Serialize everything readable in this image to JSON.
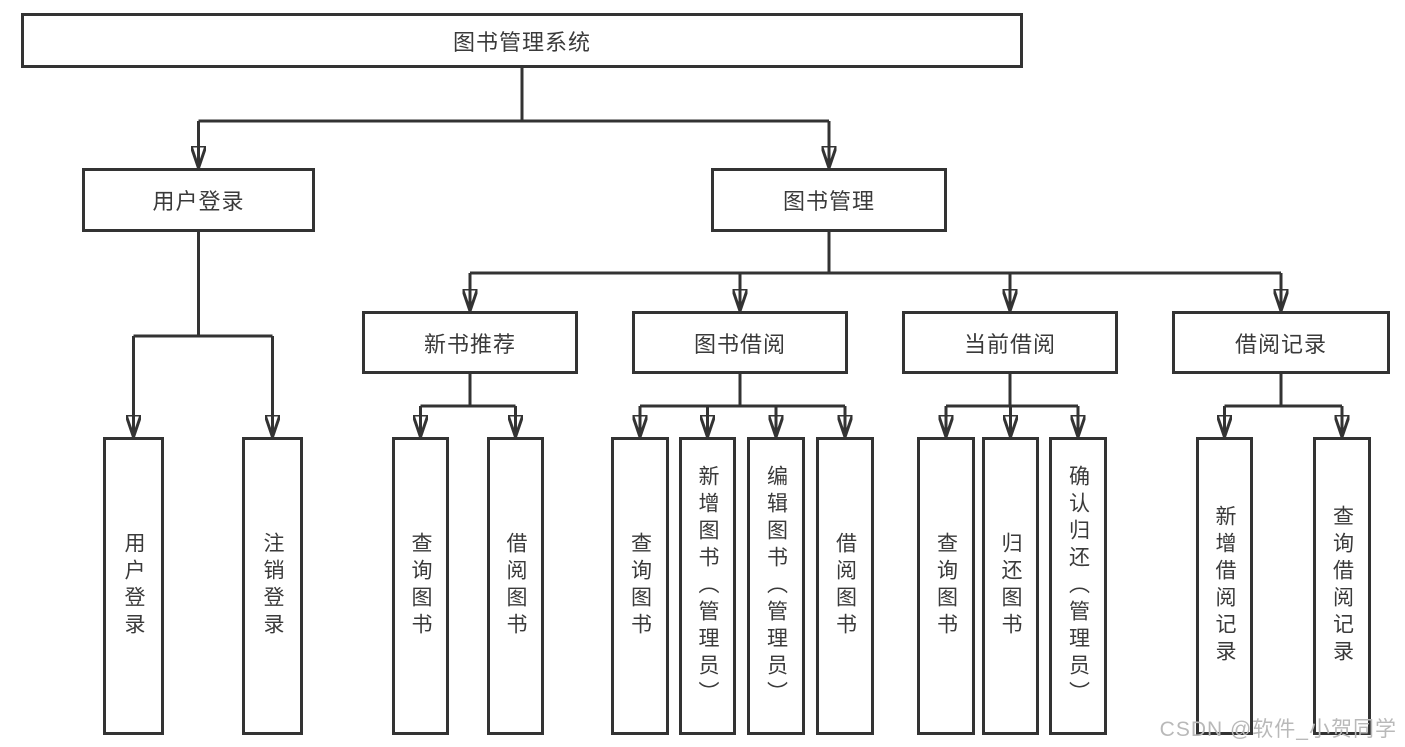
{
  "diagram": {
    "type": "hierarchy-tree",
    "tree": {
      "label": "图书管理系统",
      "children": [
        {
          "label": "用户登录",
          "children": [
            {
              "label": "用户登录"
            },
            {
              "label": "注销登录"
            }
          ]
        },
        {
          "label": "图书管理",
          "children": [
            {
              "label": "新书推荐",
              "children": [
                {
                  "label": "查询图书"
                },
                {
                  "label": "借阅图书"
                }
              ]
            },
            {
              "label": "图书借阅",
              "children": [
                {
                  "label": "查询图书"
                },
                {
                  "label": "新增图书（管理员）"
                },
                {
                  "label": "编辑图书（管理员）"
                },
                {
                  "label": "借阅图书"
                }
              ]
            },
            {
              "label": "当前借阅",
              "children": [
                {
                  "label": "查询图书"
                },
                {
                  "label": "归还图书"
                },
                {
                  "label": "确认归还（管理员）"
                }
              ]
            },
            {
              "label": "借阅记录",
              "children": [
                {
                  "label": "新增借阅记录"
                },
                {
                  "label": "查询借阅记录"
                }
              ]
            }
          ]
        }
      ]
    },
    "colors": {
      "line": "#333333",
      "box_border": "#333333",
      "text": "#3a3a3a",
      "background": "#ffffff",
      "watermark": "#b9b9b9"
    }
  },
  "watermark": {
    "text": "CSDN @软件_小贺同学"
  }
}
